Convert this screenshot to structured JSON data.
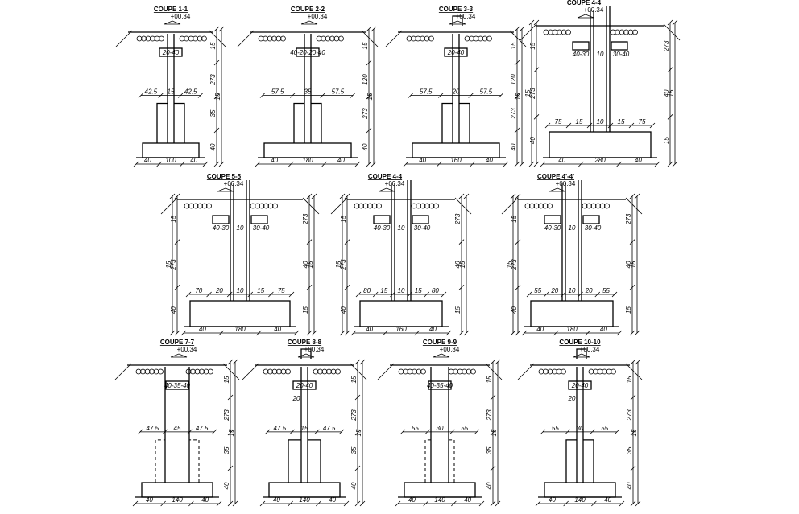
{
  "colors": {
    "background": "#ffffff",
    "lines": "#000000"
  },
  "sections": [
    {
      "title": "COUPE 1-1",
      "elevation": "+00.34",
      "dims": {
        "bottom": [
          "40",
          "100",
          "40"
        ],
        "mid": [
          "42.5",
          "15",
          "42.5"
        ],
        "top": "20-40"
      },
      "heights": [
        "15",
        "273",
        "35",
        "40"
      ]
    },
    {
      "title": "COUPE 2-2",
      "elevation": "+00.34",
      "dims": {
        "bottom": [
          "40",
          "180",
          "40"
        ],
        "mid": [
          "57.5",
          "35",
          "57.5"
        ],
        "top": "40-20-20-40"
      },
      "heights": [
        "15",
        "120",
        "273",
        "40"
      ]
    },
    {
      "title": "COUPE 3-3",
      "elevation": "+00.34",
      "dims": {
        "bottom": [
          "40",
          "160",
          "40"
        ],
        "mid": [
          "57.5",
          "20",
          "57.5"
        ],
        "top": "20-40"
      },
      "heights": [
        "15",
        "120",
        "273",
        "40"
      ]
    },
    {
      "title": "COUPE 4-4",
      "elevation": "+00.34",
      "dims": {
        "bottom": [
          "40",
          "280",
          "40"
        ],
        "mid": [
          "75",
          "15",
          "10",
          "15",
          "75"
        ],
        "top": "40-30",
        "top2": "10",
        "top3": "30-40"
      },
      "heights": [
        "15",
        "273",
        "40",
        "273",
        "40"
      ]
    },
    {
      "title": "COUPE 5-5",
      "elevation": "+00.34",
      "dims": {
        "bottom": [
          "40",
          "180",
          "40"
        ],
        "mid": [
          "70",
          "20",
          "10",
          "15",
          "75"
        ],
        "top": "40-30",
        "top2": "10",
        "top3": "30-40"
      },
      "heights": [
        "15",
        "273",
        "40",
        "273",
        "40"
      ]
    },
    {
      "title": "COUPE 4-4",
      "elevation": "+00.34",
      "dims": {
        "bottom": [
          "40",
          "160",
          "40"
        ],
        "mid": [
          "80",
          "15",
          "10",
          "15",
          "80"
        ],
        "top": "40-30",
        "top2": "10",
        "top3": "30-40"
      },
      "heights": [
        "15",
        "273",
        "40",
        "273",
        "40"
      ]
    },
    {
      "title": "COUPE 4'-4'",
      "elevation": "+00.34",
      "dims": {
        "bottom": [
          "40",
          "180",
          "40"
        ],
        "mid": [
          "55",
          "20",
          "10",
          "20",
          "55"
        ],
        "top": "40-30",
        "top2": "10",
        "top3": "30-40"
      },
      "heights": [
        "15",
        "273",
        "40",
        "273",
        "40"
      ]
    },
    {
      "title": "COUPE 7-7",
      "elevation": "+00.34",
      "dims": {
        "bottom": [
          "40",
          "140",
          "40"
        ],
        "mid": [
          "47.5",
          "45",
          "47.5"
        ],
        "top": "40-35-40"
      },
      "heights": [
        "15",
        "273",
        "35",
        "40"
      ]
    },
    {
      "title": "COUPE 8-8",
      "elevation": "+00.34",
      "dims": {
        "bottom": [
          "40",
          "140",
          "40"
        ],
        "mid": [
          "47.5",
          "15",
          "47.5"
        ],
        "top": "20-40",
        "top2": "20"
      },
      "heights": [
        "15",
        "273",
        "35",
        "40"
      ]
    },
    {
      "title": "COUPE 9-9",
      "elevation": "+00.34",
      "dims": {
        "bottom": [
          "40",
          "140",
          "40"
        ],
        "mid": [
          "55",
          "30",
          "55"
        ],
        "top": "40-35-40"
      },
      "heights": [
        "15",
        "273",
        "35",
        "40"
      ]
    },
    {
      "title": "COUPE 10-10",
      "elevation": "+00.34",
      "dims": {
        "bottom": [
          "40",
          "140",
          "40"
        ],
        "mid": [
          "55",
          "30",
          "55"
        ],
        "top": "20-40",
        "top2": "20"
      },
      "heights": [
        "15",
        "273",
        "35",
        "40"
      ]
    }
  ]
}
